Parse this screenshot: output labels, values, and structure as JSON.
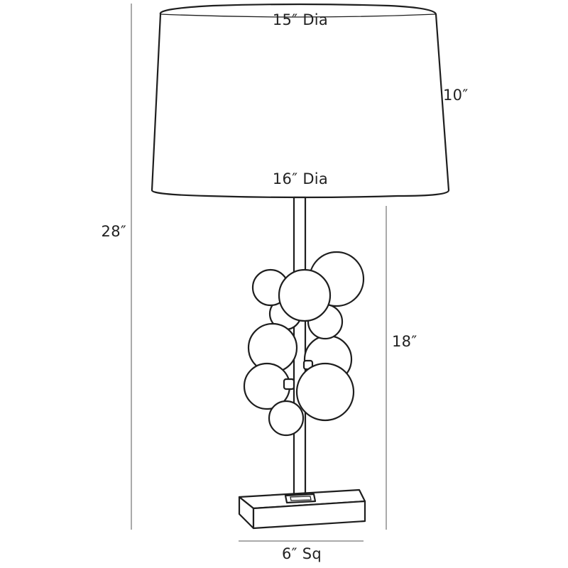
{
  "dimensions": {
    "shade_top": "15″ Dia",
    "shade_bottom": "16″ Dia",
    "shade_height": "10″",
    "overall_height": "28″",
    "base_to_shade": "18″",
    "base_size": "6″ Sq"
  },
  "colors": {
    "line": "#1e1e1e",
    "dimension_line": "#555555",
    "background": "#ffffff"
  }
}
